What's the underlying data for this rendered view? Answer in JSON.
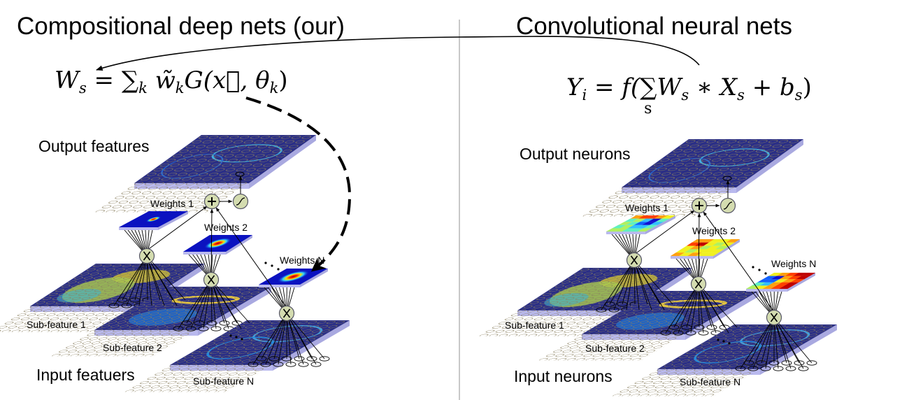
{
  "left": {
    "title": "Compositional deep nets (our)",
    "equation": {
      "lhs": "W",
      "lhs_sub": "s",
      "eq": "=",
      "sum": "∑",
      "sum_sub": "k",
      "w": "w̃",
      "w_sub": "k",
      "rest": "G(x⃗, θ",
      "theta_sub": "k",
      "close": ")"
    },
    "output_label": "Output features",
    "input_label": "Input featuers",
    "weights": [
      "Weights 1",
      "Weights 2",
      "Weights N"
    ],
    "subfeatures": [
      "Sub-feature 1",
      "Sub-feature 2",
      "Sub-feature N"
    ],
    "weight_style": "gaussian"
  },
  "right": {
    "title": "Convolutional neural nets",
    "equation": {
      "lhs": "Y",
      "lhs_sub": "i",
      "eq": "=",
      "f": "f(",
      "sum": "∑",
      "sum_sub": "s",
      "w": "W",
      "w_sub": "s",
      "op": "∗",
      "x": "X",
      "x_sub": "s",
      "plus": "+",
      "b": "b",
      "b_sub": "s",
      "close": ")"
    },
    "output_label": "Output neurons",
    "input_label": "Input neurons",
    "weights": [
      "Weights 1",
      "Weights 2",
      "Weights N"
    ],
    "subfeatures": [
      "Sub-feature 1",
      "Sub-feature 2",
      "Sub-feature N"
    ],
    "weight_style": "pixel-grid"
  },
  "nodes": {
    "multiply": "X",
    "add": "+",
    "activation": "sigmoid-icon"
  },
  "ellipsis": "...",
  "colors": {
    "plate": "#2b2f86",
    "plate_edge": "#b9b9ee",
    "node_fill": "#d4dcb0",
    "divider": "#c8c8c8"
  }
}
